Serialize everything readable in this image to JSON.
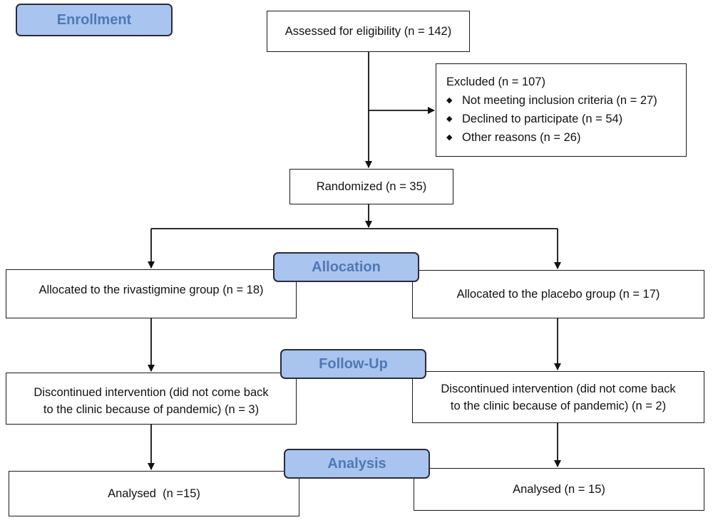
{
  "stages": {
    "enrollment": "Enrollment",
    "allocation": "Allocation",
    "follow_up": "Follow-Up",
    "analysis": "Analysis"
  },
  "boxes": {
    "assessed": "Assessed for eligibility (n = 142)",
    "excluded": {
      "title": "Excluded (n = 107)",
      "items": [
        "Not meeting inclusion criteria (n = 27)",
        "Declined to participate (n = 54)",
        "Other reasons (n = 26)"
      ],
      "bullet": "◆"
    },
    "randomized": "Randomized (n = 35)",
    "allocated_rivastigmine": "Allocated to the rivastigmine group (n = 18)",
    "allocated_placebo": "Allocated to the placebo group (n = 17)",
    "discontinued_left_line1": "Discontinued intervention (did not come back",
    "discontinued_left_line2": "to the clinic because of pandemic) (n = 3)",
    "discontinued_right_line1": "Discontinued intervention (did not come back",
    "discontinued_right_line2": "to the clinic because of pandemic) (n = 2)",
    "analysed_left": "Analysed  (n =15)",
    "analysed_right": "Analysed (n = 15)"
  },
  "colors": {
    "stage_fill": "#a9c4ef",
    "stage_text": "#4f78b5",
    "line": "#111111"
  }
}
